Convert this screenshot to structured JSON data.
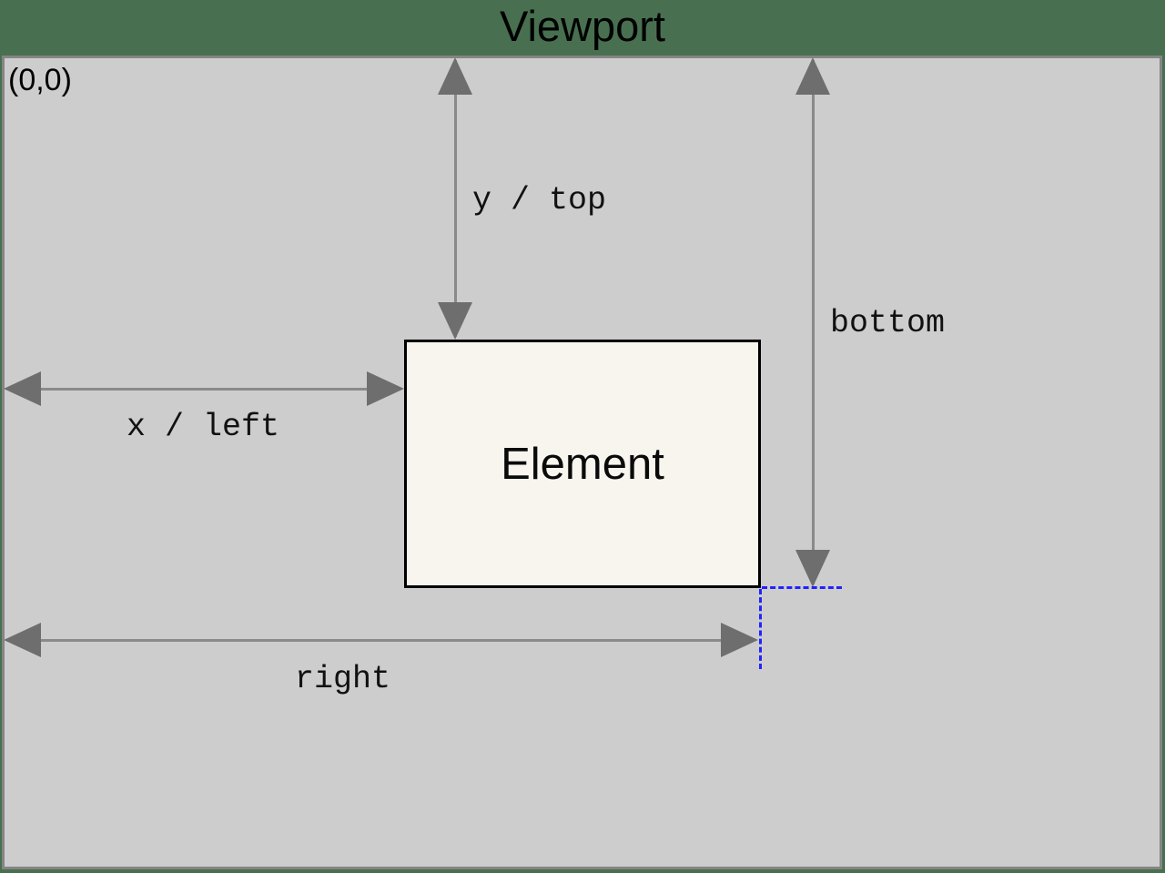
{
  "title": "Viewport",
  "origin_label": "(0,0)",
  "element": {
    "label": "Element"
  },
  "annotations": {
    "y_top": "y / top",
    "x_left": "x / left",
    "bottom": "bottom",
    "right": "right"
  },
  "colors": {
    "page_background": "#487050",
    "viewport_fill": "#cdcdcd",
    "viewport_border": "#858585",
    "element_fill": "#f8f4ee",
    "element_border": "#000000",
    "arrow_gray": "#6e6e6e",
    "guide_blue": "#2222ff",
    "text": "#000000"
  }
}
